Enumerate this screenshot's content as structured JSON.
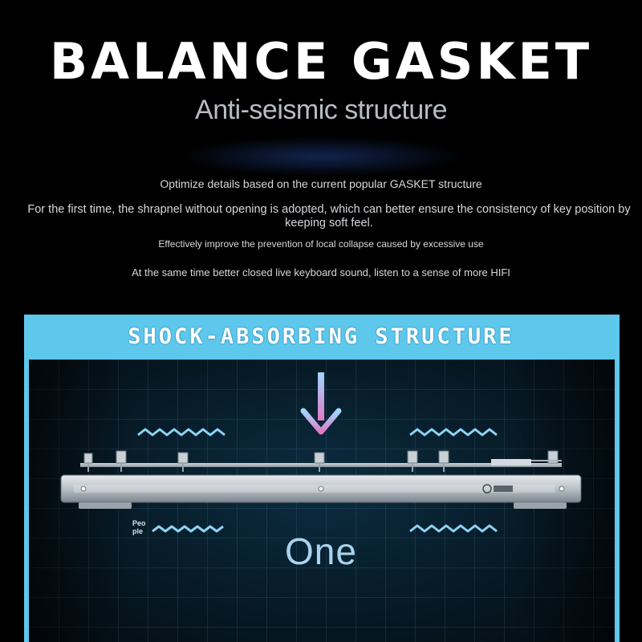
{
  "header": {
    "title": "BALANCE GASKET",
    "subtitle": "Anti-seismic structure"
  },
  "descriptions": {
    "line1": "Optimize details based on the current popular GASKET structure",
    "line2": "For the first time, the shrapnel without opening is adopted, which can better ensure the consistency of key position by keeping soft feel.",
    "line3": "Effectively improve the prevention of local collapse caused by excessive use",
    "line4": "At the same time better closed live keyboard sound, listen to a sense of more HIFI"
  },
  "panel": {
    "title": "SHOCK-ABSORBING STRUCTURE",
    "brand_small_line1": "Peo",
    "brand_small_line2": "ple",
    "product_label": "One"
  },
  "icons": [
    "down-arrow-icon",
    "wave-icon",
    "brand-logo-icon"
  ],
  "colors": {
    "background": "#000000",
    "panel_border": "#5ec8ec",
    "wave": "#8fd3f4",
    "arrow_top": "#9fd8ff",
    "arrow_bottom": "#e07ac8"
  }
}
